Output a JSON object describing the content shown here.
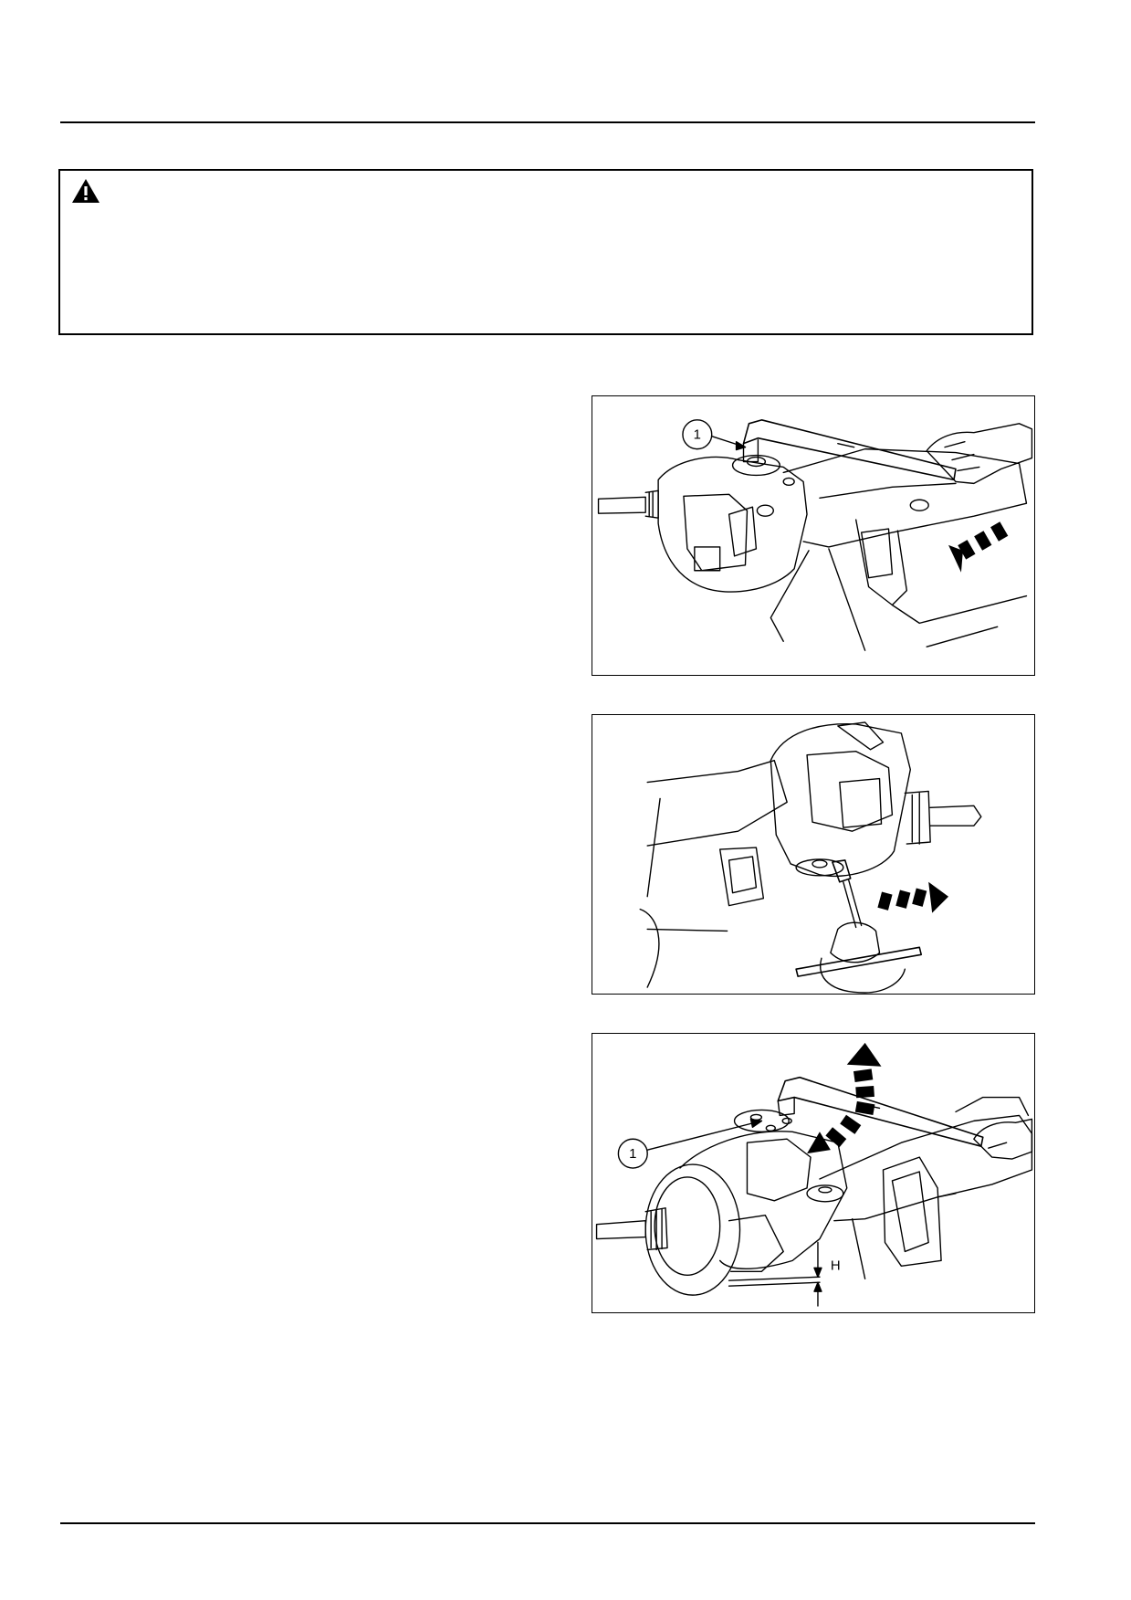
{
  "figures": [
    {
      "callouts": [
        {
          "label": "1"
        }
      ]
    },
    {
      "callouts": []
    },
    {
      "callouts": [
        {
          "label": "1"
        },
        {
          "label": "H"
        }
      ]
    }
  ]
}
